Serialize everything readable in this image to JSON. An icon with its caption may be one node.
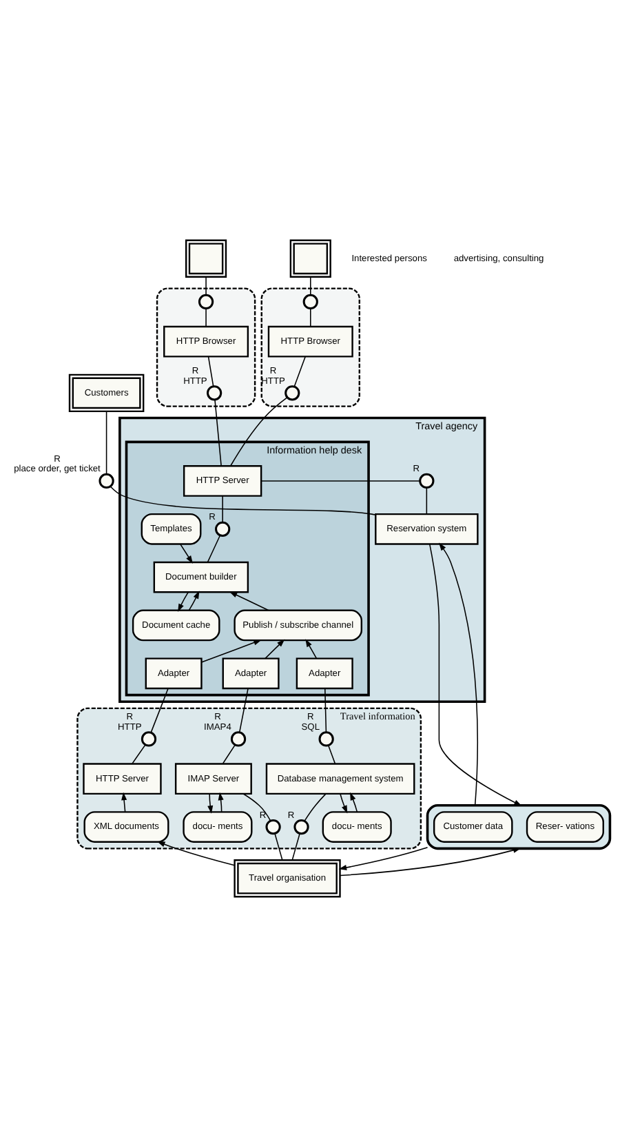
{
  "diagram": {
    "nodes": [
      {
        "text": [
          "Customers"
        ]
      },
      {
        "text": [],
        "shape": "person"
      },
      {
        "text": [],
        "shape": "person"
      },
      {
        "text": [],
        "shape": "box"
      },
      {
        "text": [],
        "shape": "circle",
        "in": 3
      },
      {
        "text": [
          "HTTP Browser"
        ],
        "in": 3
      },
      {
        "text": [],
        "shape": "circle",
        "in": 3,
        "beside": [
          "R",
          "HTTP"
        ]
      },
      {
        "text": [],
        "shape": "box"
      },
      {
        "text": [],
        "shape": "circle",
        "in": 7
      },
      {
        "text": [
          "HTTP Browser"
        ],
        "in": 7
      },
      {
        "text": [],
        "shape": "circle",
        "in": 7,
        "beside": [
          "R",
          "HTTP"
        ]
      },
      {
        "text": [],
        "shape": "circle",
        "beside": [
          "R",
          "place order, get ticket"
        ]
      },
      {
        "text": [
          "Travel agency"
        ]
      },
      {
        "text": [
          "Reservation system"
        ],
        "in": 12
      },
      {
        "text": [],
        "shape": "circle",
        "in": 12,
        "beside": [
          "R"
        ]
      },
      {
        "text": [
          "Information help desk"
        ],
        "in": 12
      },
      {
        "text": [
          "HTTP Server"
        ],
        "in": 15
      },
      {
        "text": [],
        "shape": "circle",
        "in": 15,
        "beside": [
          "R"
        ]
      },
      {
        "text": [
          "Document builder"
        ],
        "in": 15
      },
      {
        "text": [
          "Templates"
        ],
        "in": 15
      },
      {
        "text": [
          "Document cache"
        ],
        "in": 15
      },
      {
        "text": [
          "Publish / subscribe channel"
        ],
        "in": 15
      },
      {
        "text": [
          "Adapter"
        ],
        "in": 15
      },
      {
        "text": [
          "Adapter"
        ],
        "in": 15
      },
      {
        "text": [
          "Adapter"
        ],
        "in": 15
      },
      {
        "text": [],
        "shape": "box"
      },
      {
        "text": [
          "Reser- vations"
        ],
        "in": 25
      },
      {
        "text": [
          "Customer data"
        ],
        "in": 25
      },
      {
        "text": [
          "Travel information"
        ]
      },
      {
        "text": [],
        "shape": "circle",
        "in": 28,
        "beside": [
          "R",
          "SQL"
        ]
      },
      {
        "text": [],
        "shape": "circle",
        "in": 28,
        "beside": [
          "R",
          "IMAP4"
        ]
      },
      {
        "text": [],
        "shape": "circle",
        "in": 28,
        "beside": [
          "R",
          "HTTP"
        ]
      },
      {
        "text": [
          "Database management system"
        ],
        "in": 28
      },
      {
        "text": [
          "IMAP Server"
        ],
        "in": 28
      },
      {
        "text": [
          "HTTP Server"
        ],
        "in": 28
      },
      {
        "text": [
          "docu- ments"
        ],
        "in": 28
      },
      {
        "text": [
          "docu- ments"
        ],
        "in": 28
      },
      {
        "text": [
          "XML documents"
        ],
        "in": 28
      },
      {
        "text": [],
        "shape": "circle",
        "in": 28,
        "beside": [
          "R"
        ]
      },
      {
        "text": [],
        "shape": "circle",
        "in": 28,
        "beside": [
          "R"
        ]
      },
      {
        "text": [
          "Travel organisation"
        ]
      }
    ],
    "edges": [
      {
        "from": 0,
        "to": 11,
        "arrow": "none"
      },
      {
        "from": 11,
        "to": 13,
        "arrow": "none"
      },
      {
        "from": 1,
        "to": 4,
        "arrow": "none"
      },
      {
        "from": 4,
        "to": 5,
        "arrow": "none"
      },
      {
        "from": 5,
        "to": 6,
        "arrow": "none"
      },
      {
        "from": 6,
        "to": 16,
        "arrow": "none"
      },
      {
        "from": 2,
        "to": 8,
        "arrow": "none"
      },
      {
        "from": 8,
        "to": 9,
        "arrow": "none"
      },
      {
        "from": 9,
        "to": 10,
        "arrow": "none"
      },
      {
        "from": 10,
        "to": 16,
        "arrow": "none"
      },
      {
        "from": 13,
        "to": 14,
        "arrow": "none"
      },
      {
        "from": 14,
        "to": 16,
        "arrow": "none"
      },
      {
        "from": 16,
        "to": 17,
        "arrow": "none"
      },
      {
        "from": 17,
        "to": 18,
        "arrow": "none"
      },
      {
        "from": 19,
        "to": 18,
        "arrow": "to"
      },
      {
        "from": 20,
        "to": 18,
        "arrow": "to"
      },
      {
        "from": 18,
        "to": 20,
        "arrow": "to"
      },
      {
        "from": 21,
        "to": 18,
        "arrow": "to"
      },
      {
        "from": 22,
        "to": 21,
        "arrow": "to"
      },
      {
        "from": 23,
        "to": 21,
        "arrow": "to"
      },
      {
        "from": 24,
        "to": 21,
        "arrow": "to"
      },
      {
        "from": 13,
        "to": 25,
        "arrow": "to"
      },
      {
        "from": 25,
        "to": 13,
        "arrow": "to"
      },
      {
        "from": 22,
        "to": 29,
        "arrow": "none"
      },
      {
        "from": 29,
        "to": 32,
        "arrow": "none"
      },
      {
        "from": 23,
        "to": 30,
        "arrow": "none"
      },
      {
        "from": 30,
        "to": 33,
        "arrow": "none"
      },
      {
        "from": 24,
        "to": 31,
        "arrow": "none"
      },
      {
        "from": 31,
        "to": 34,
        "arrow": "none"
      },
      {
        "from": 32,
        "to": 35,
        "arrow": "to"
      },
      {
        "from": 35,
        "to": 32,
        "arrow": "to"
      },
      {
        "from": 33,
        "to": 36,
        "arrow": "to"
      },
      {
        "from": 36,
        "to": 33,
        "arrow": "to"
      },
      {
        "from": 37,
        "to": 34,
        "arrow": "to"
      },
      {
        "from": 32,
        "to": 38,
        "arrow": "none"
      },
      {
        "from": 38,
        "to": 40,
        "arrow": "none"
      },
      {
        "from": 33,
        "to": 39,
        "arrow": "none"
      },
      {
        "from": 39,
        "to": 40,
        "arrow": "none"
      },
      {
        "from": 25,
        "to": 40,
        "arrow": "to"
      },
      {
        "from": 40,
        "to": 25,
        "arrow": "to"
      },
      {
        "from": 40,
        "to": 37,
        "arrow": "to"
      }
    ],
    "labels": [
      "Interested persons",
      "advertising, consulting"
    ]
  }
}
